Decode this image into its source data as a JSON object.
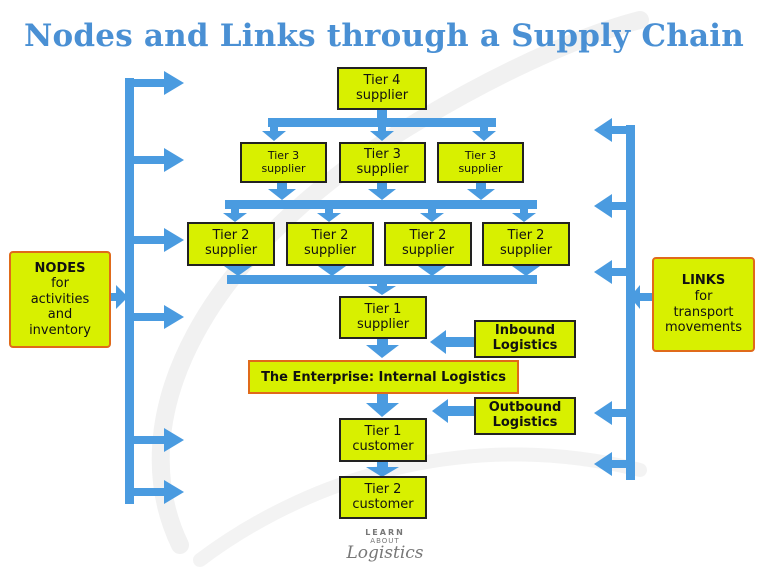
{
  "title": "Nodes and Links through a Supply Chain",
  "tier4": [
    "Tier 4",
    "supplier"
  ],
  "tier3": [
    [
      "Tier 3",
      "supplier"
    ],
    [
      "Tier 3",
      "supplier"
    ],
    [
      "Tier 3",
      "supplier"
    ]
  ],
  "tier2": [
    [
      "Tier 2",
      "supplier"
    ],
    [
      "Tier 2",
      "supplier"
    ],
    [
      "Tier 2",
      "supplier"
    ],
    [
      "Tier 2",
      "supplier"
    ]
  ],
  "tier1_supplier": [
    "Tier 1",
    "supplier"
  ],
  "enterprise": "The Enterprise: Internal Logistics",
  "tier1_customer": [
    "Tier 1",
    "customer"
  ],
  "tier2_customer": [
    "Tier 2",
    "customer"
  ],
  "inbound": [
    "Inbound",
    "Logistics"
  ],
  "outbound": [
    "Outbound",
    "Logistics"
  ],
  "nodes_box": {
    "heading": "NODES",
    "lines": [
      "for",
      "activities",
      "and",
      "inventory"
    ]
  },
  "links_box": {
    "heading": "LINKS",
    "lines": [
      "for",
      "transport",
      "movements"
    ]
  },
  "logo": {
    "top": "LEARN",
    "about": "ABOUT",
    "word": "Logistics"
  },
  "colors": {
    "arrow": "#4a9be0",
    "box_fill": "#d8f000",
    "title": "#4a90d4",
    "accent_border": "#e06a1a"
  }
}
